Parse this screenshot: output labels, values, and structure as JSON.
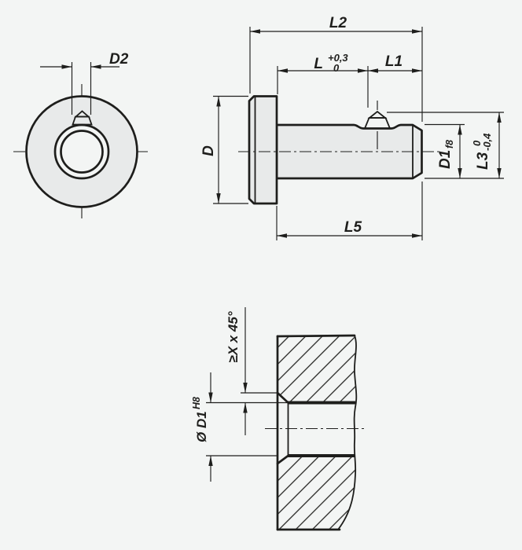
{
  "colors": {
    "background": "#f3f5f4",
    "part_fill": "#e8eaea",
    "line": "#1e1e1c"
  },
  "labels": {
    "d2": "D2",
    "l2": "L2",
    "l": "L",
    "l_tol_upper": "+0,3",
    "l_tol_lower": "0",
    "l1": "L1",
    "d": "D",
    "d1": "D1",
    "d1_fit": "f8",
    "l3": "L3",
    "l3_tol_upper": "0",
    "l3_tol_lower": "-0,4",
    "l5": "L5",
    "chamfer": "≥X x 45°",
    "hole_dia": "Ø D1",
    "hole_fit": "H8"
  }
}
